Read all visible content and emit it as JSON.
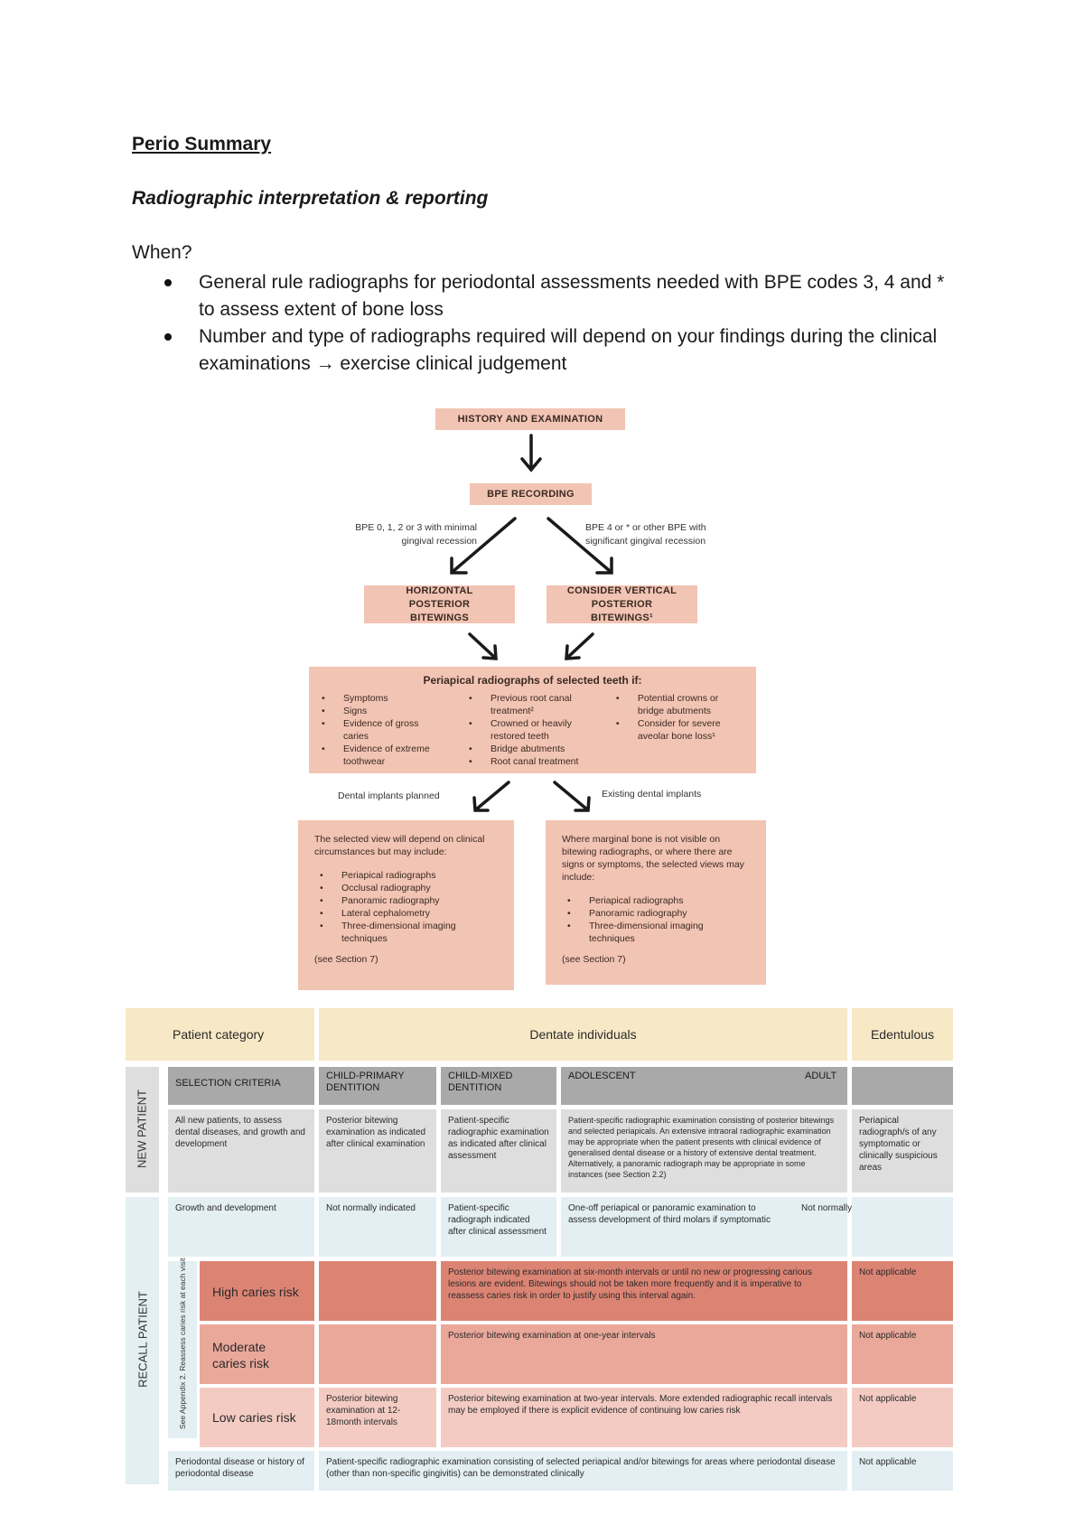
{
  "doc": {
    "title": "Perio Summary",
    "subtitle": "Radiographic interpretation & reporting",
    "when_label": "When?",
    "bullets": [
      "General rule radiographs for periodontal assessments needed with BPE codes 3, 4 and * to assess extent of bone loss",
      "Number and type of radiographs required will depend on your findings during the clinical examinations → exercise clinical judgement"
    ]
  },
  "flow": {
    "history": "HISTORY AND EXAMINATION",
    "bpe": "BPE RECORDING",
    "left_label": "BPE 0, 1, 2 or 3 with minimal gingival recession",
    "right_label": "BPE 4 or * or other BPE with significant gingival recession",
    "horizontal": "HORIZONTAL POSTERIOR BITEWINGS",
    "vertical": "CONSIDER VERTICAL POSTERIOR BITEWINGS¹",
    "periapical_title": "Periapical radiographs of selected teeth if:",
    "periapical_col1": [
      "Symptoms",
      "Signs",
      "Evidence of gross caries",
      "Evidence of extreme toothwear"
    ],
    "periapical_col2": [
      "Previous root canal treatment²",
      "Crowned or heavily restored teeth",
      "Bridge abutments",
      "Root canal treatment"
    ],
    "periapical_col3": [
      "Potential crowns or bridge abutments",
      "Consider for severe aveolar bone loss¹"
    ],
    "implants_planned": "Dental implants planned",
    "implants_existing": "Existing dental implants",
    "planned_intro": "The selected view will depend on clinical circumstances but may include:",
    "planned_list": [
      "Periapical radiographs",
      "Occlusal radiography",
      "Panoramic radiography",
      "Lateral cephalometry",
      "Three-dimensional imaging techniques"
    ],
    "planned_ref": "(see Section 7)",
    "existing_intro": "Where marginal bone is not visible on bitewing radiographs, or where there are signs or symptoms, the selected views may include:",
    "existing_list": [
      "Periapical radiographs",
      "Panoramic radiography",
      "Three-dimensional imaging techniques"
    ],
    "existing_ref": "(see Section 7)"
  },
  "table": {
    "patient_category": "Patient category",
    "dentate": "Dentate individuals",
    "edentulous": "Edentulous",
    "selection_criteria": "SELECTION CRITERIA",
    "child_primary": "CHILD-PRIMARY DENTITION",
    "child_mixed": "CHILD-MIXED DENTITION",
    "adolescent": "ADOLESCENT",
    "adult": "ADULT",
    "new_patient": "NEW PATIENT",
    "recall_patient": "RECALL PATIENT",
    "reassess_note": "See Appendix 2. Reassess caries risk at each visit",
    "new_criteria": "All new patients, to assess dental diseases, and growth and development",
    "new_primary": "Posterior bitewing examination as indicated after clinical examination",
    "new_mixed": "Patient-specific radiographic examination as indicated after clinical assessment",
    "new_adol_adult": "Patient-specific radiographic examination consisting of posterior bitewings and selected periapicals. An extensive intraoral radiographic examination may be appropriate when the patient presents with clinical evidence of generalised dental disease or a history of extensive dental treatment. Alternatively, a panoramic radiograph may be appropriate in some instances (see Section 2.2)",
    "new_edentulous": "Periapical radiograph/s of any symptomatic or clinically suspicious areas",
    "growth_label": "Growth and development",
    "growth_primary": "Not normally indicated",
    "growth_mixed": "Patient-specific radiograph indicated after clinical assessment",
    "growth_adol": "One-off periapical or panoramic examination to assess development of third molars if symptomatic",
    "growth_adult": "Not normally indicated",
    "high_label": "High caries risk",
    "high_text": "Posterior bitewing examination at six-month intervals or until no new or progressing carious lesions are evident. Bitewings should not be taken more frequently and it is imperative to reassess caries risk in order to justify using this interval again.",
    "high_edent": "Not applicable",
    "moderate_label": "Moderate caries risk",
    "moderate_text": "Posterior bitewing examination at one-year intervals",
    "moderate_edent": "Not applicable",
    "low_label": "Low caries risk",
    "low_primary": "Posterior bitewing examination at 12-18month intervals",
    "low_text": "Posterior bitewing examination at two-year intervals. More extended radiographic recall intervals may be employed if there is explicit evidence of continuing low caries risk",
    "low_edent": "Not applicable",
    "perio_label": "Periodontal disease or history of periodontal disease",
    "perio_text": "Patient-specific radiographic examination consisting of selected periapical and/or bitewings for areas where periodontal disease (other than non-specific gingivitis) can be demonstrated clinically",
    "perio_edent": "Not applicable"
  }
}
